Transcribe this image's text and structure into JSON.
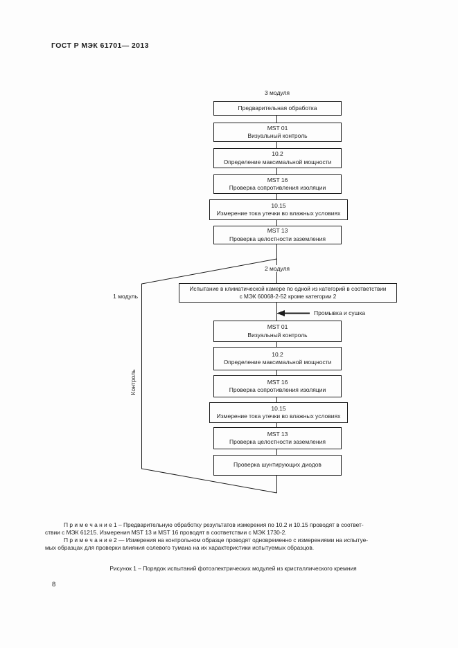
{
  "page": {
    "header": "ГОСТ Р МЭК  61701— 2013",
    "page_number": "8",
    "caption": "Рисунок 1 – Порядок испытаний фотоэлектрических модулей из кристаллического кремния"
  },
  "flowchart": {
    "label_3_modules": "3 модуля",
    "label_2_modules": "2 модуля",
    "label_1_module": "1 модуль",
    "label_control": "Контроль",
    "label_wash": "Промывка и сушка",
    "chain1": [
      {
        "code": "",
        "title": "Предварительная обработка"
      },
      {
        "code": "MST 01",
        "title": "Визуальный контроль"
      },
      {
        "code": "10.2",
        "title": "Определение максимальной мощности"
      },
      {
        "code": "MST 16",
        "title": "Проверка сопротивления изоляции"
      },
      {
        "code": "10.15",
        "title": "Измерение тока утечки во влажных условиях"
      },
      {
        "code": "MST 13",
        "title": "Проверка целостности заземления"
      }
    ],
    "chamber": {
      "line1": "Испытание в климатической камере по одной из категорий в соответствии",
      "line2": "с МЭК 60068-2-52 кроме категории 2"
    },
    "chain2": [
      {
        "code": "MST 01",
        "title": "Визуальный контроль"
      },
      {
        "code": "10.2",
        "title": "Определение максимальной мощности"
      },
      {
        "code": "MST 16",
        "title": "Проверка сопротивления изоляции"
      },
      {
        "code": "10.15",
        "title": "Измерение тока утечки во влажных условиях"
      },
      {
        "code": "MST 13",
        "title": "Проверка целостности заземления"
      },
      {
        "code": "",
        "title": "Проверка шунтирующих диодов"
      }
    ]
  },
  "notes": {
    "note1_line1": "П р и м е ч а н и е   1 – Предварительную обработку результатов измерения по 10.2 и 10.15 проводят в соответ-",
    "note1_line2": "ствии с МЭК 61215. Измерения MST 13 и MST 16 проводят в соответствии с МЭК 1730-2.",
    "note2_line1": "П р и м е ч а н и е   2 — Измерения на контрольном образце проводят одновременно с измерениями на испытуе-",
    "note2_line2": "мых образцах для проверки влияния солевого тумана на их характеристики испытуемых образцов."
  }
}
